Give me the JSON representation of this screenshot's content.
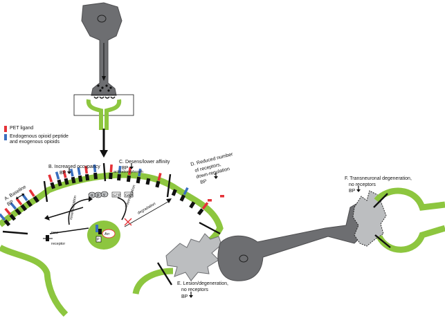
{
  "colors": {
    "membrane": "#8dc63f",
    "neuron": "#6d6e71",
    "neuron_light": "#bcbec0",
    "pet_ligand": "#e53238",
    "opioid": "#3a6fbf",
    "receptor": "#111111",
    "inhibit_cross": "#e53238"
  },
  "legend": {
    "pet_ligand": "PET ligand",
    "opioid_line1": "Endogenous opioid peptide",
    "opioid_line2": "and exogenous opioids"
  },
  "states": {
    "a_line1": "A. Baseline",
    "a_line2": "BP",
    "b_line1": "B. Increased occupancy",
    "b_line2": "BP",
    "c_line1": "C. Desens/lower affinity",
    "c_line2": "BP",
    "d_line1": "D. Reduced number",
    "d_line2": "of receptors,",
    "d_line3": "down-regulation",
    "d_line4": "BP",
    "e_line1": "E. Lesion/degeneration,",
    "e_line2": "no receptors",
    "e_line3": "BP",
    "f_line1": "F. Transneuronal degeneration,",
    "f_line2": "no receptors",
    "f_line3": "BP"
  },
  "process_labels": {
    "activation": "activation/phosph",
    "internalization": "internalization",
    "resensitization": "resensitization",
    "degradation": "degradation",
    "new_receptor_1": "new",
    "new_receptor_2": "receptor",
    "gtp": "GTP",
    "grk": "GRK",
    "phospho": "P",
    "arr": "Arr",
    "ga": "α",
    "gb": "β",
    "gg": "γ"
  },
  "bp_direction": {
    "a": "both",
    "b": "down",
    "c": "down",
    "d": "down",
    "e": "down",
    "f": "down"
  }
}
